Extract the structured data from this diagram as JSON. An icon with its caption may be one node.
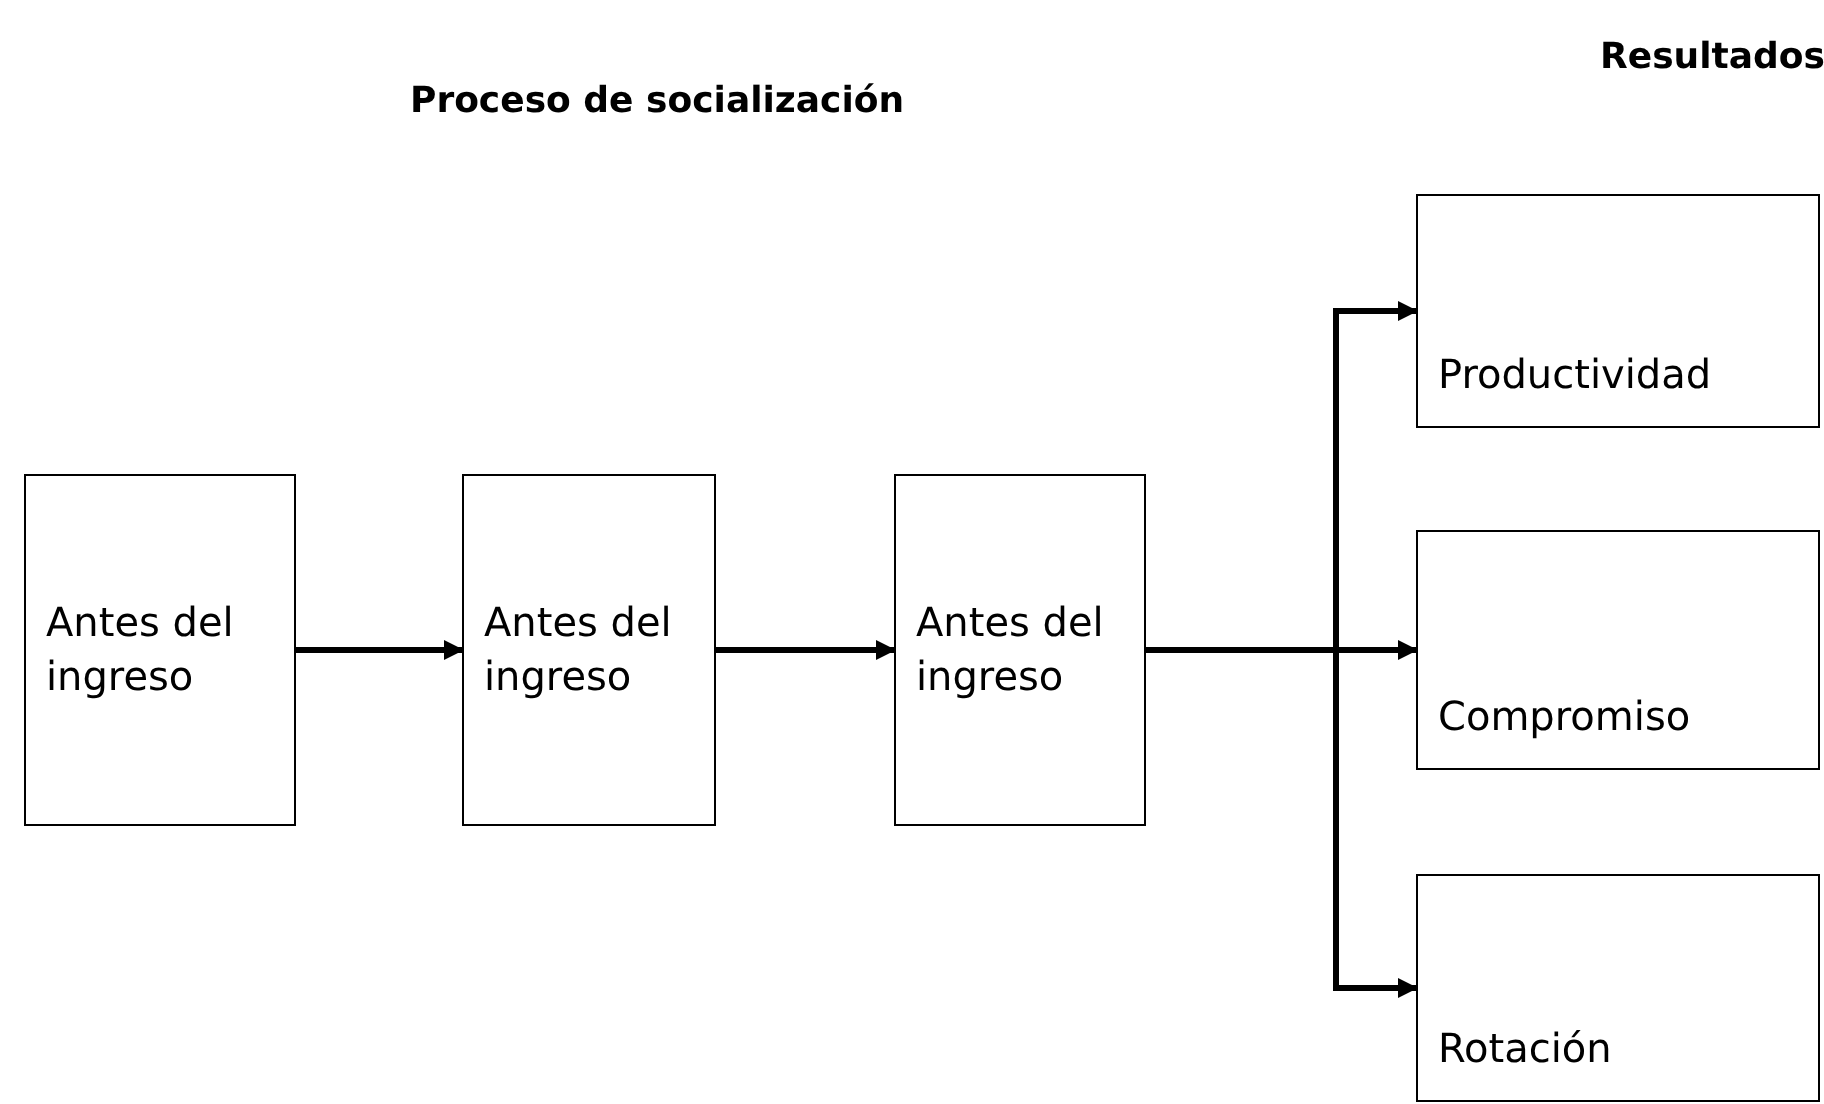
{
  "diagram": {
    "title": "Proceso de socialización",
    "nodes": [
      {
        "text": [
          "Antes del ingreso"
        ]
      },
      {
        "text": [
          "Antes del ingreso"
        ]
      },
      {
        "text": [
          "Antes del ingreso"
        ]
      },
      {
        "text": [
          "Productividad"
        ]
      },
      {
        "text": [
          "Compromiso"
        ]
      },
      {
        "text": [
          "Rotación"
        ]
      }
    ],
    "edges": [
      {
        "from": 0,
        "to": 1,
        "arrow": "to"
      },
      {
        "from": 1,
        "to": 2,
        "arrow": "to"
      },
      {
        "from": 2,
        "to": 3,
        "arrow": "to"
      },
      {
        "from": 2,
        "to": 4,
        "arrow": "to"
      },
      {
        "from": 2,
        "to": 5,
        "arrow": "to"
      }
    ],
    "labels": [
      "Resultados"
    ]
  }
}
